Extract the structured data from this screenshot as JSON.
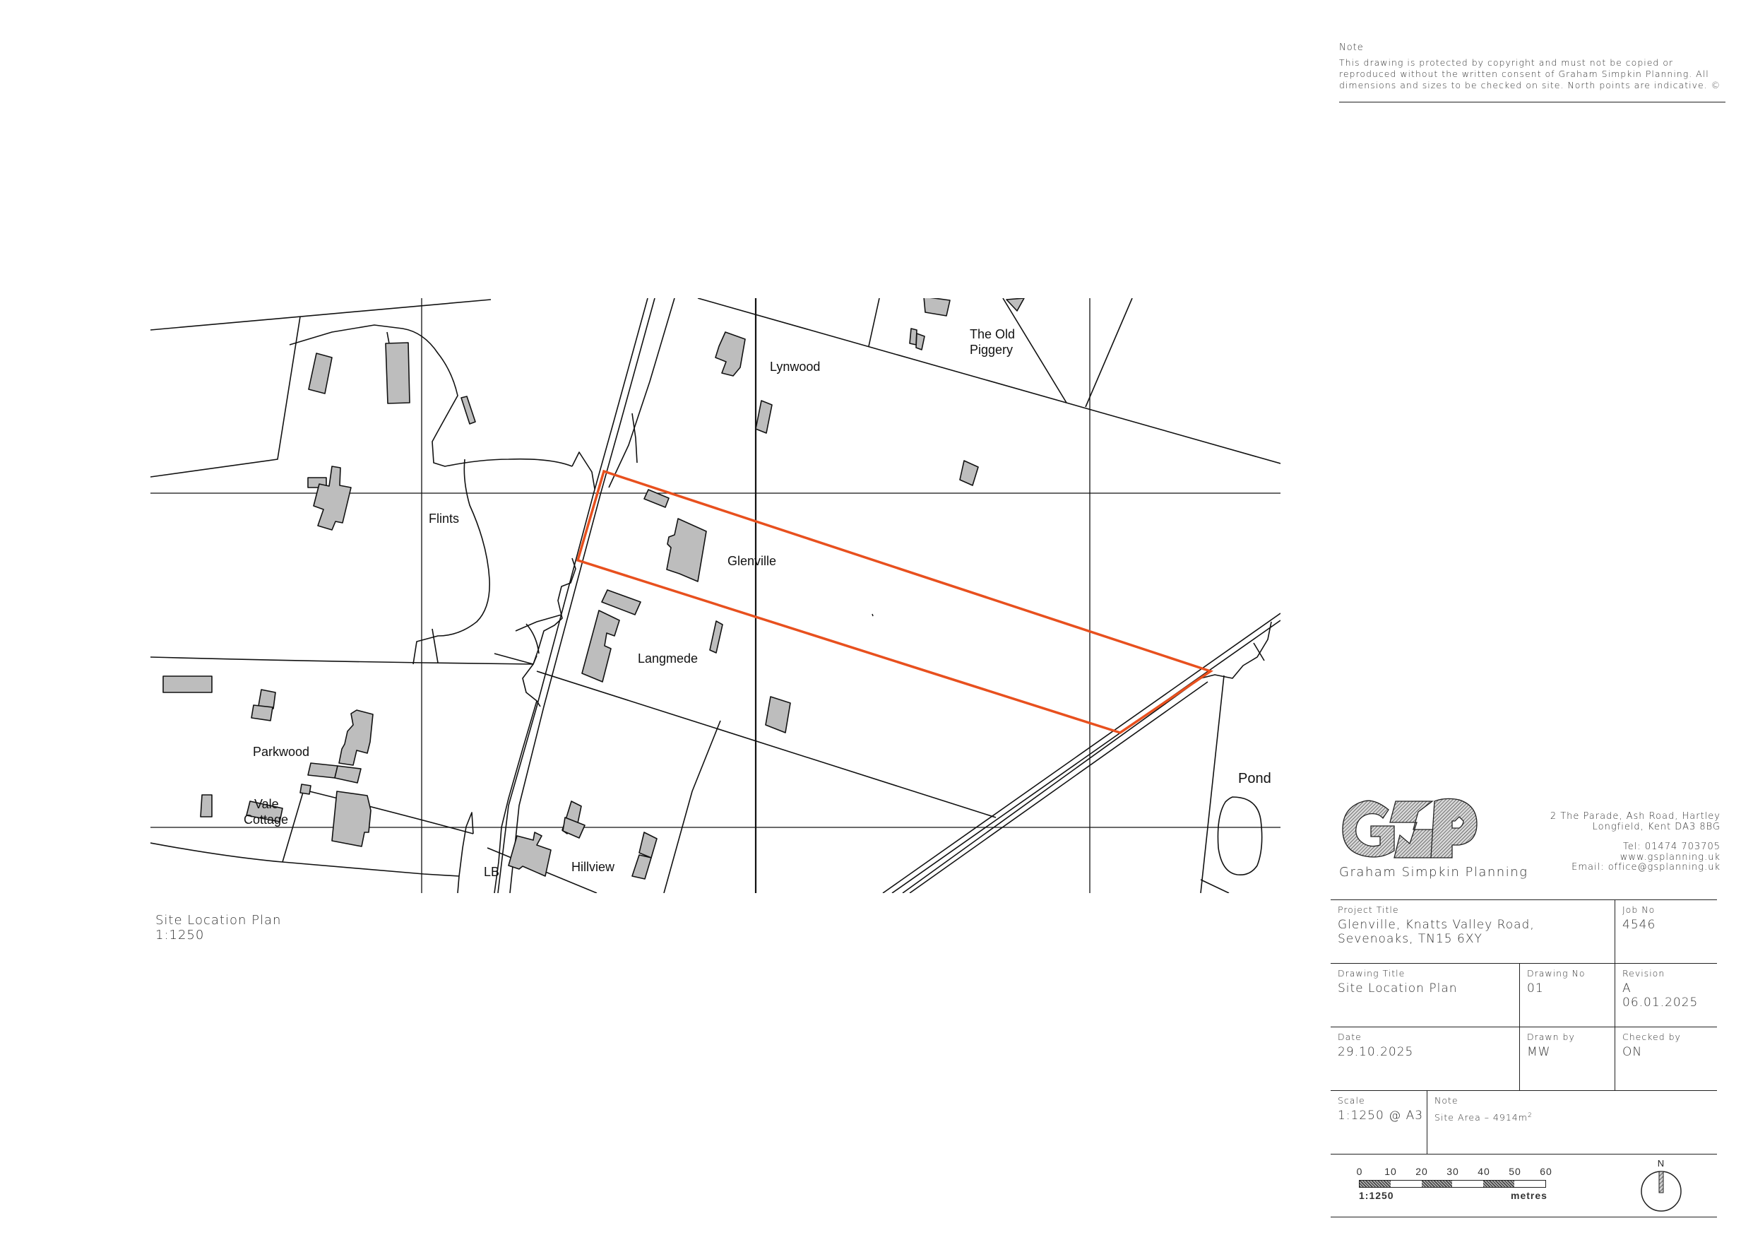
{
  "note": {
    "label": "Note",
    "text": "This drawing is protected by copyright and must not be copied or reproduced without the written consent of Graham Simpkin Planning. All dimensions and sizes to be checked on site. North points are indicative. ©"
  },
  "map": {
    "labels": {
      "flints": "Flints",
      "lynwood": "Lynwood",
      "old_piggery_1": "The Old",
      "old_piggery_2": "Piggery",
      "glenville": "Glenville",
      "langmede": "Langmede",
      "parkwood": "Parkwood",
      "vale_cottage_1": "Vale",
      "vale_cottage_2": "Cottage",
      "hillview": "Hillview",
      "lb": "LB",
      "pond": "Pond"
    },
    "site_boundary_color": "#e8501e",
    "building_fill": "#bdbdbd"
  },
  "plan_caption": {
    "title": "Site Location Plan",
    "scale": "1:1250"
  },
  "company": {
    "logo_text": "GSP",
    "name": "Graham Simpkin Planning",
    "address_line1": "2 The Parade, Ash Road, Hartley",
    "address_line2": "Longfield, Kent DA3 8BG",
    "tel": "Tel:  01474 703705",
    "web": "www.gsplanning.uk",
    "email": "Email:  office@gsplanning.uk"
  },
  "title_block": {
    "project_title_label": "Project Title",
    "project_title_line1": "Glenville, Knatts Valley Road,",
    "project_title_line2": "Sevenoaks, TN15 6XY",
    "job_no_label": "Job No",
    "job_no": "4546",
    "drawing_title_label": "Drawing Title",
    "drawing_title": "Site Location Plan",
    "drawing_no_label": "Drawing No",
    "drawing_no": "01",
    "revision_label": "Revision",
    "revision": "A",
    "revision_date": "06.01.2025",
    "date_label": "Date",
    "date": "29.10.2025",
    "drawn_by_label": "Drawn by",
    "drawn_by": "MW",
    "checked_by_label": "Checked by",
    "checked_by": "ON",
    "scale_label": "Scale",
    "scale": "1:1250 @ A3",
    "note_label": "Note",
    "note_text": "Site Area – 4914m",
    "note_sup": "2"
  },
  "scale_bar": {
    "ticks": [
      "0",
      "10",
      "20",
      "30",
      "40",
      "50",
      "60"
    ],
    "scale": "1:1250",
    "unit": "metres"
  },
  "north_arrow": {
    "label": "N"
  }
}
